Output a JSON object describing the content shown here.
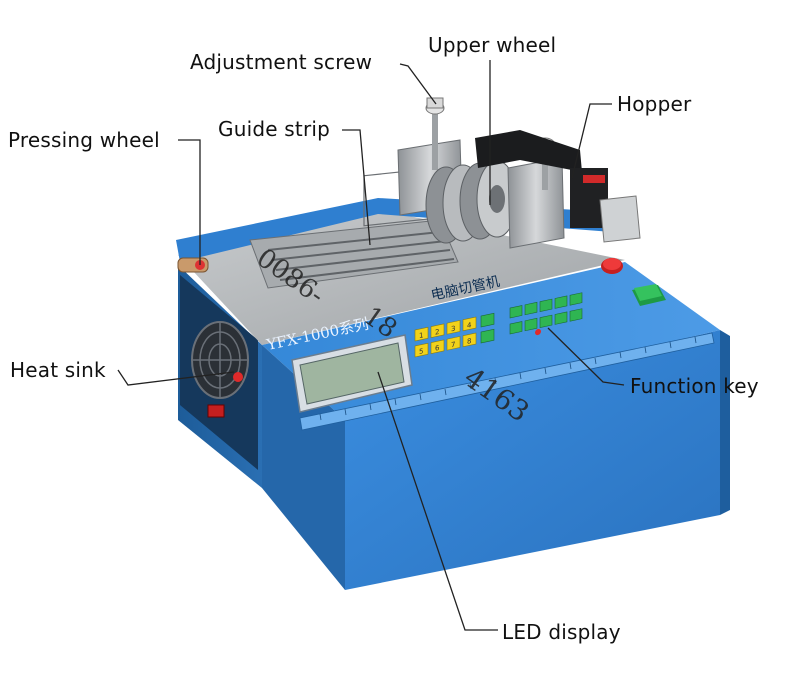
{
  "labels": {
    "adjustment_screw": "Adjustment screw",
    "upper_wheel": "Upper wheel",
    "hopper": "Hopper",
    "pressing_wheel": "Pressing wheel",
    "guide_strip": "Guide strip",
    "heat_sink": "Heat sink",
    "function_key": "Function key",
    "led_display": "LED display"
  },
  "machine": {
    "model_text": "YFX-1000系列",
    "name_text": "电脑切管机",
    "keypad_row1": [
      "1",
      "2",
      "3",
      "4"
    ],
    "keypad_row2": [
      "5",
      "6",
      "7",
      "8"
    ]
  },
  "watermark": {
    "digits_line1": "0086-",
    "digits_line2": "18",
    "digits_line3": "4163"
  },
  "colors": {
    "machine_blue": "#2f7fd0",
    "machine_blue_dark": "#1e5e9e",
    "steel": "#b9bcbf",
    "steel_dark": "#7d8185",
    "lcd_green": "#9fb5a0",
    "key_yellow": "#f2d21a",
    "key_green": "#2fb552",
    "button_red": "#e02a2a"
  }
}
